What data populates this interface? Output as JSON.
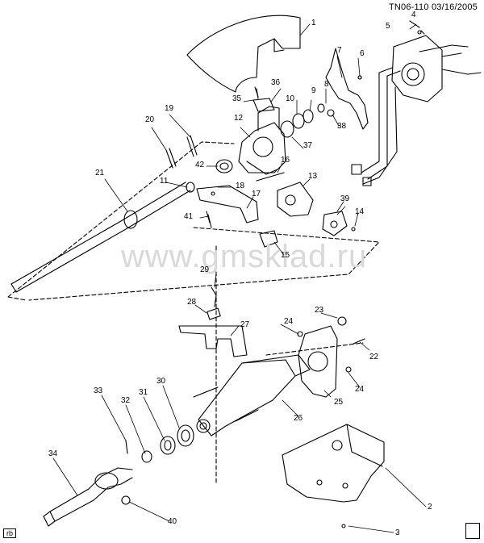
{
  "header": {
    "code_date": "TN06-110  03/16/2005"
  },
  "watermark": {
    "text": "www.gmsklad.ru"
  },
  "corner": {
    "tag": "rb"
  },
  "callouts": [
    "1",
    "2",
    "3",
    "4",
    "5",
    "6",
    "7",
    "8",
    "9",
    "10",
    "11",
    "12",
    "13",
    "14",
    "15",
    "16",
    "17",
    "18",
    "19",
    "20",
    "21",
    "22",
    "23",
    "24",
    "24",
    "25",
    "26",
    "27",
    "28",
    "29",
    "30",
    "31",
    "32",
    "33",
    "34",
    "35",
    "36",
    "37",
    "38",
    "39",
    "40",
    "41",
    "42"
  ]
}
